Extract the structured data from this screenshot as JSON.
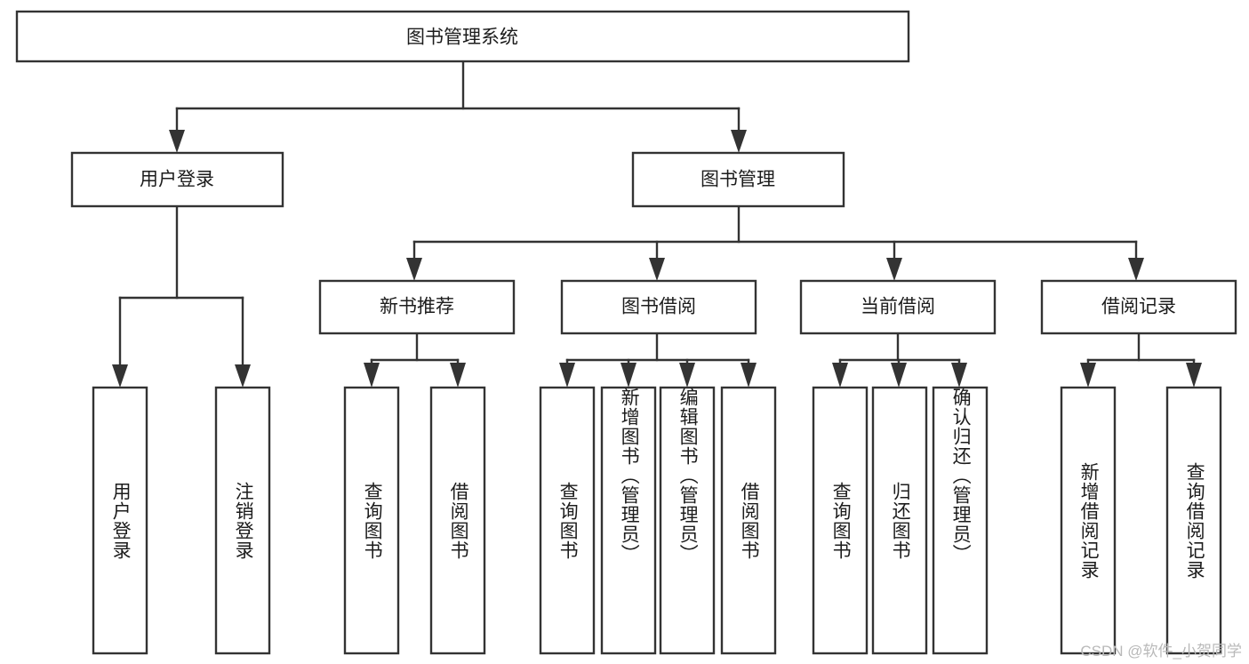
{
  "diagram": {
    "type": "tree",
    "title": "图书管理系统",
    "orientation": "top-down",
    "edge_style": "orthogonal-arrow",
    "colors": {
      "box_fill": "#ffffff",
      "box_stroke": "#333333",
      "text": "#1c1c1c",
      "watermark": "#b9b9b9"
    },
    "root": {
      "label": "图书管理系统",
      "level": 0
    },
    "level1": [
      {
        "label": "用户登录",
        "level": 1
      },
      {
        "label": "图书管理",
        "level": 1
      }
    ],
    "level2": [
      {
        "label": "新书推荐",
        "parent": "图书管理",
        "level": 2
      },
      {
        "label": "图书借阅",
        "parent": "图书管理",
        "level": 2
      },
      {
        "label": "当前借阅",
        "parent": "图书管理",
        "level": 2
      },
      {
        "label": "借阅记录",
        "parent": "图书管理",
        "level": 2
      }
    ],
    "leaves": {
      "用户登录": [
        "用户登录",
        "注销登录"
      ],
      "新书推荐": [
        "查询图书",
        "借阅图书"
      ],
      "图书借阅": [
        "查询图书",
        "新增图书（管理员）",
        "编辑图书（管理员）",
        "借阅图书"
      ],
      "当前借阅": [
        "查询图书",
        "归还图书",
        "确认归还（管理员）"
      ],
      "借阅记录": [
        "新增借阅记录",
        "查询借阅记录"
      ]
    }
  },
  "nodes": {
    "root": "图书管理系统",
    "n_user_login": "用户登录",
    "n_book_mgmt": "图书管理",
    "n_new_book_rec": "新书推荐",
    "n_book_borrow": "图书借阅",
    "n_current_borrow": "当前借阅",
    "n_borrow_record": "借阅记录",
    "leaf_user_login": "用户登录",
    "leaf_logout": "注销登录",
    "leaf_query_book_1": "查询图书",
    "leaf_borrow_book_1": "借阅图书",
    "leaf_query_book_2": "查询图书",
    "leaf_add_book": "新增图书（管理员）",
    "leaf_edit_book": "编辑图书（管理员）",
    "leaf_borrow_book_2": "借阅图书",
    "leaf_query_book_3": "查询图书",
    "leaf_return_book": "归还图书",
    "leaf_confirm_return": "确认归还（管理员）",
    "leaf_add_record": "新增借阅记录",
    "leaf_query_record": "查询借阅记录"
  },
  "watermark": {
    "text": "CSDN @软件_小贺同学"
  }
}
